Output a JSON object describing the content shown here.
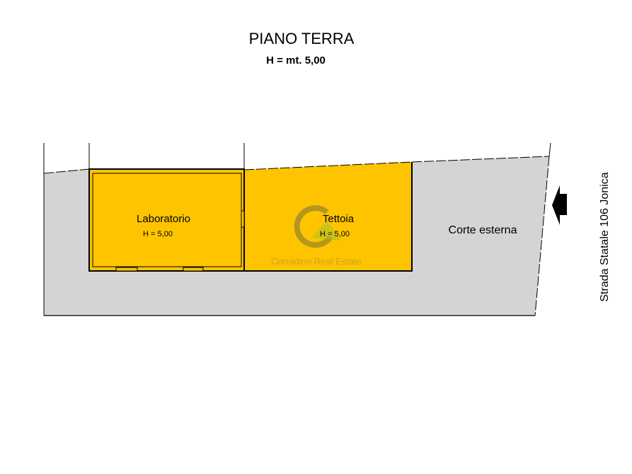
{
  "title": "PIANO TERRA",
  "subtitle": "H = mt. 5,00",
  "rooms": [
    {
      "name": "Laboratorio",
      "height": "H = 5,00"
    },
    {
      "name": "Tettoia",
      "height": "H = 5,00"
    }
  ],
  "courtyard": "Corte esterna",
  "road": "Strada Statale 106 Jonica",
  "watermark": "Corradino Real Estate",
  "colors": {
    "room": "#FFC400",
    "courtyard": "#D4D4D4",
    "watermark": "#9A8A2A"
  }
}
